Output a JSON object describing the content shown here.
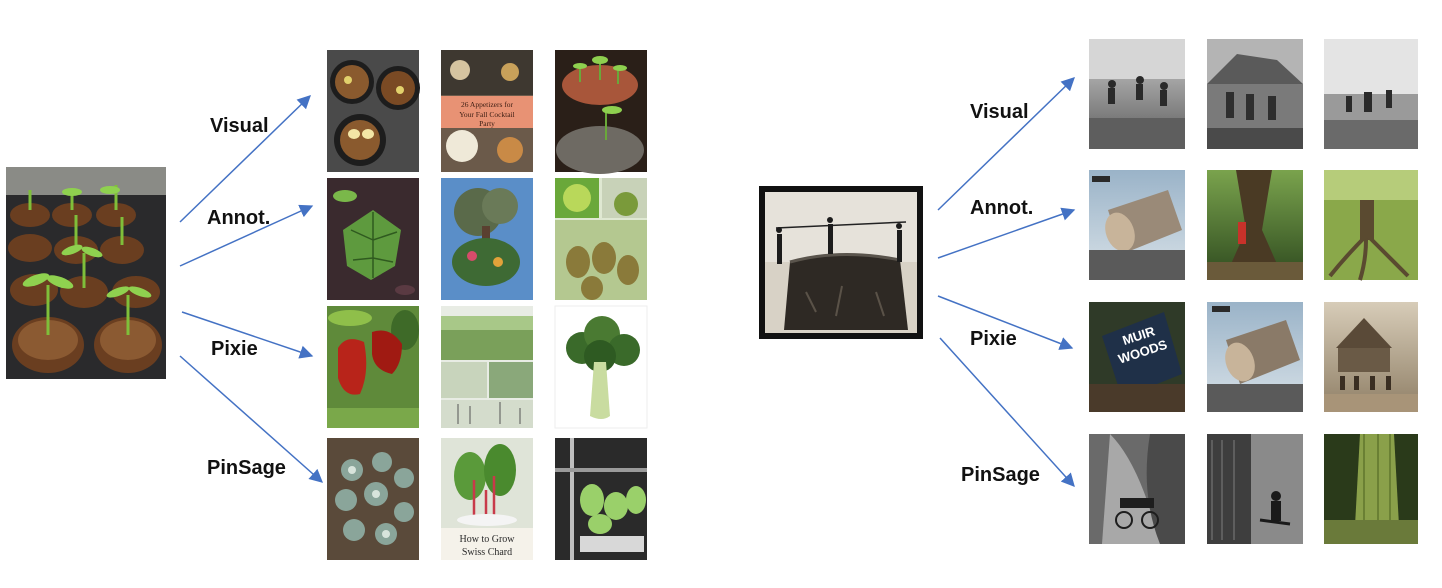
{
  "colors": {
    "arrow": "#4472c4",
    "label": "#111111",
    "background": "#ffffff"
  },
  "left_panel": {
    "query_image": "seedling-trays-photo",
    "methods": [
      {
        "label": "Visual",
        "results": [
          "meatball-bowls-photo",
          "appetizers-collage-photo",
          "potted-seedlings-photo"
        ]
      },
      {
        "label": "Annot.",
        "results": [
          "green-leaf-plant-photo",
          "bonsai-tree-photo",
          "kiwi-fruit-photo"
        ]
      },
      {
        "label": "Pixie",
        "results": [
          "red-pepper-plant-photo",
          "garden-collage-photo",
          "broccoli-photo"
        ]
      },
      {
        "label": "PinSage",
        "results": [
          "succulent-cluster-photo",
          "swiss-chard-pin-photo",
          "indoor-grow-shelf-photo"
        ]
      }
    ],
    "embedded_text": {
      "appetizers": "26 Appetizers for Your Fall Cocktail Party",
      "chard_line1": "How to Grow",
      "chard_line2": "Swiss Chard"
    }
  },
  "right_panel": {
    "query_image": "giant-tree-stump-photo",
    "methods": [
      {
        "label": "Visual",
        "results": [
          "soldiers-running-photo",
          "village-workers-photo",
          "field-workers-photo"
        ]
      },
      {
        "label": "Annot.",
        "results": [
          "cut-log-photo",
          "hollow-redwood-photo",
          "tree-roots-photo"
        ]
      },
      {
        "label": "Pixie",
        "results": [
          "muir-woods-sign-photo",
          "cut-log-photo-2",
          "logging-camp-photo"
        ]
      },
      {
        "label": "PinSage",
        "results": [
          "redwood-wagon-photo",
          "lumberjack-photo",
          "mossy-trunk-photo"
        ]
      }
    ],
    "embedded_text": {
      "muir_line1": "MUIR",
      "muir_line2": "WOODS"
    }
  }
}
